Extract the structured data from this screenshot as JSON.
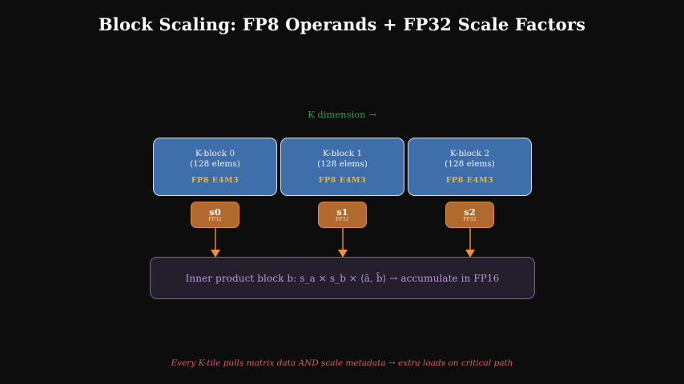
{
  "title": "Block Scaling: FP8 Operands + FP32 Scale Factors",
  "axis_caption": {
    "label": "K dimension →",
    "color": "#2e9e4f"
  },
  "colors": {
    "background": "#0d0d0d",
    "kblock_fill": "#3f6fab",
    "kblock_border": "#d8dde6",
    "kblock_format_text": "#f0b429",
    "scale_fill": "#b06a2e",
    "scale_border": "#e08b3d",
    "arrow": "#f0903a",
    "inner_fill": "#241e2d",
    "inner_border": "#7f5fb0",
    "inner_text": "#b894e0",
    "footer_text": "#d4616b",
    "title_text": "#ffffff"
  },
  "k_blocks": [
    {
      "name": "K-block 0",
      "elems": "(128 elems)",
      "format": "FP8 E4M3"
    },
    {
      "name": "K-block 1",
      "elems": "(128 elems)",
      "format": "FP8 E4M3"
    },
    {
      "name": "K-block 2",
      "elems": "(128 elems)",
      "format": "FP8 E4M3"
    }
  ],
  "scale_factors": [
    {
      "name": "s0",
      "format": "FP32"
    },
    {
      "name": "s1",
      "format": "FP32"
    },
    {
      "name": "s2",
      "format": "FP32"
    }
  ],
  "inner_product": {
    "text": "Inner product block b:  s_a × s_b × ⟨ā, b̄⟩  →  accumulate in FP16"
  },
  "footer": {
    "text": "Every K-tile pulls matrix data AND scale metadata → extra loads on critical path"
  }
}
